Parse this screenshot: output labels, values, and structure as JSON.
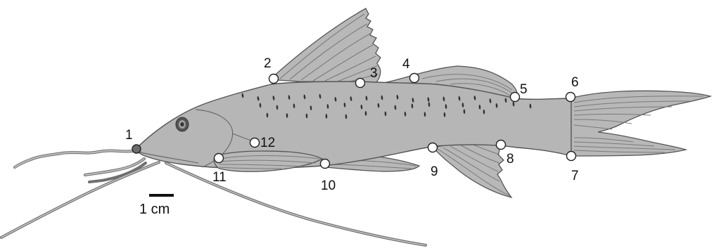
{
  "landmarks": [
    "1",
    "2",
    "3",
    "4",
    "5",
    "6",
    "7",
    "8",
    "9",
    "10",
    "11",
    "12"
  ],
  "scale_bar": {
    "label": "1 cm"
  },
  "colors": {
    "body_fill": "#b6b6b6",
    "fin_fill": "#b8b8b8",
    "outline": "#555555",
    "fin_ray": "#7a7a7a",
    "spot": "#333333",
    "landmark_stroke": "#222222",
    "landmark_fill": "#ffffff",
    "text": "#111111"
  },
  "icons": {
    "eye": "fish-eye-icon",
    "landmark": "landmark-circle-icon"
  }
}
